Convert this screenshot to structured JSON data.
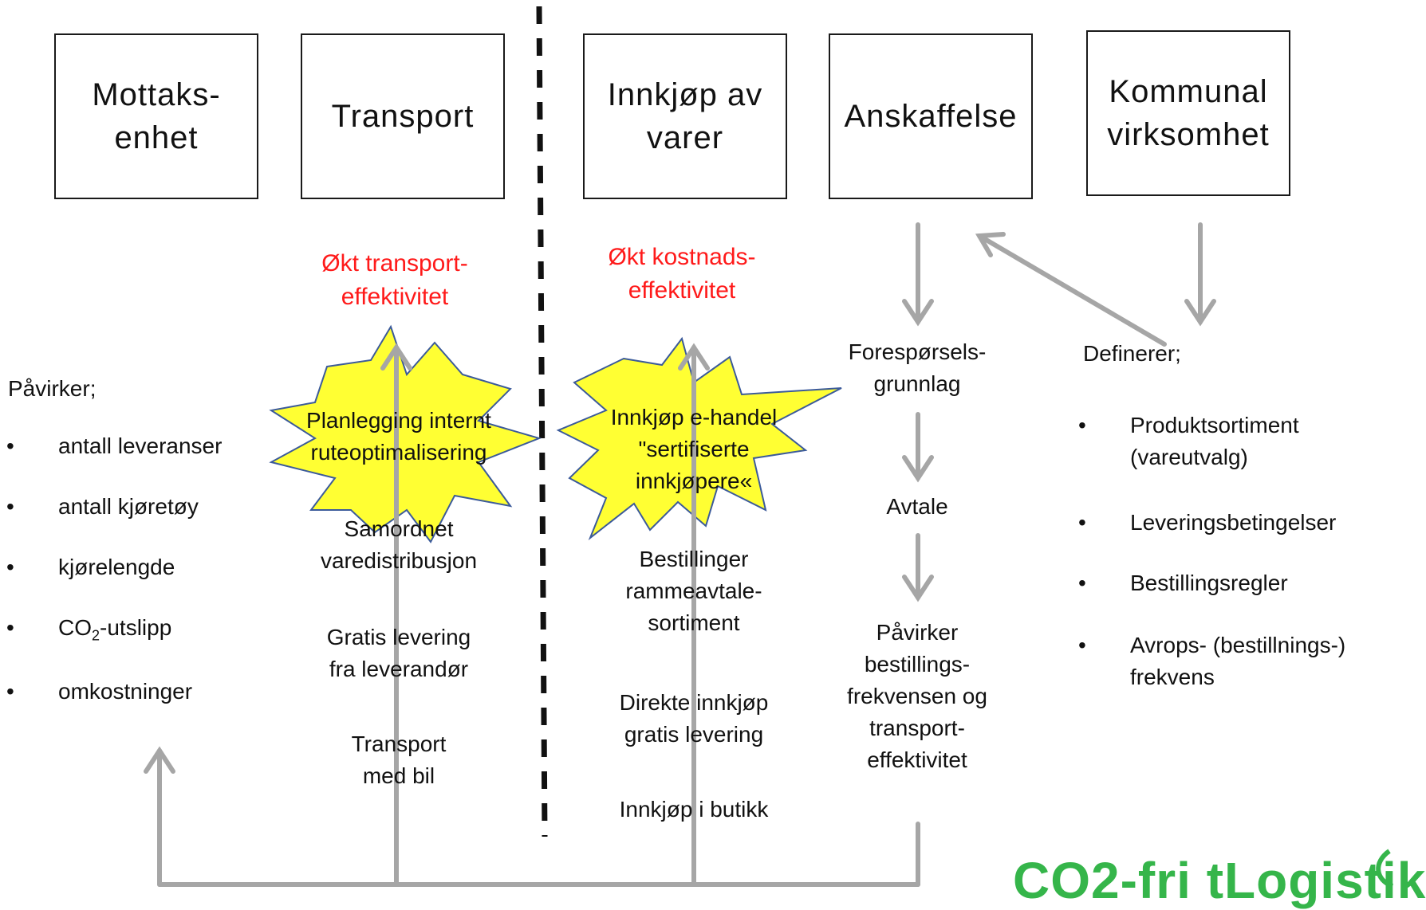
{
  "boxes": {
    "mottaksenhet": "Mottaks-\nenhet",
    "transport": "Transport",
    "innkjop": "Innkjøp av\nvarer",
    "anskaffelse": "Anskaffelse",
    "kommunal": "Kommunal\nvirksomhet"
  },
  "goals": {
    "transport": "Økt transport-\neffektivitet",
    "kostnad": "Økt kostnads-\neffektivitet"
  },
  "left_list": {
    "heading": "Påvirker;",
    "items": [
      "antall leveranser",
      "antall kjøretøy",
      "kjørelengde",
      "omkostninger"
    ],
    "co2_main": "CO",
    "co2_sub": "2",
    "co2_tail": "-utslipp"
  },
  "transport_col": {
    "star": "Planlegging internt\nruteoptimalisering",
    "items": [
      "Samordnet\nvaredistribusjon",
      "Gratis levering\nfra leverandør",
      "Transport\nmed bil"
    ]
  },
  "innkjop_col": {
    "star": "Innkjøp e-handel\n\"sertifiserte\ninnkjøpere«",
    "items": [
      "Bestillinger\nrammeavtale-\nsortiment",
      "Direkte innkjøp\ngratis levering",
      "Innkjøp i butikk"
    ]
  },
  "anskaffelse_col": {
    "items": [
      "Forespørsels-\ngrunnlag",
      "Avtale",
      "Påvirker\nbestillings-\nfrekvensen og\ntransport-\neffektivitet"
    ]
  },
  "kommunal_col": {
    "heading": "Definerer;",
    "items": [
      "Produktsortiment\n(vareutvalg)",
      "Leveringsbetingelser",
      "Bestillingsregler",
      "Avrops- (bestillnings-)\nfrekvens"
    ]
  },
  "logo_text": "CO2-fri tLogistik",
  "colors": {
    "arrow": "#a6a6a6",
    "star": "#ffff33",
    "star_stroke": "#3b5a9a",
    "goal": "#ff1a1a",
    "logo": "#35b54a"
  }
}
